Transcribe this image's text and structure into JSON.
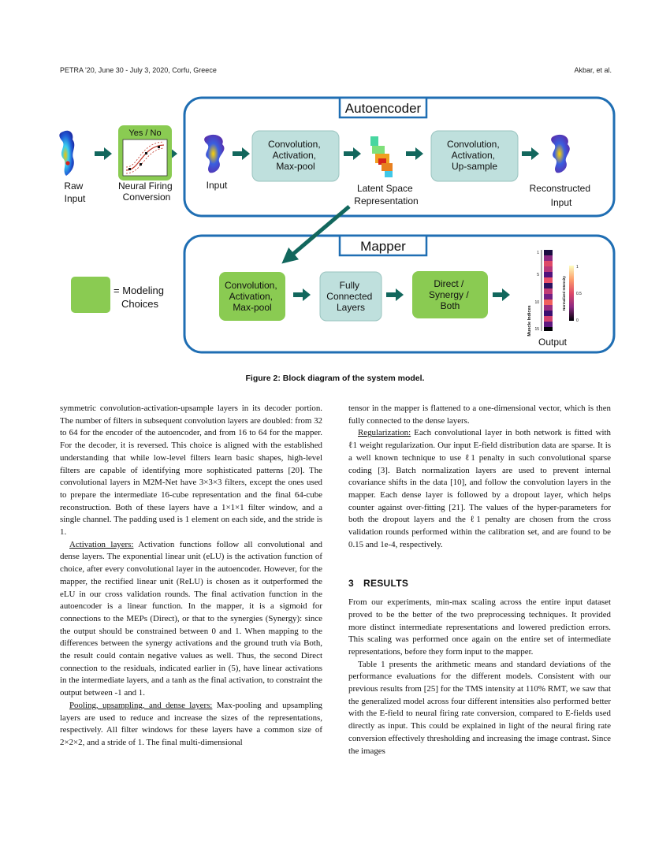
{
  "header": {
    "left": "PETRA '20, June 30 - July 3, 2020, Corfu, Greece",
    "right": "Akbar, et al."
  },
  "figure": {
    "autoencoder_title": "Autoencoder",
    "mapper_title": "Mapper",
    "raw_input": [
      "Raw",
      "Input"
    ],
    "yes_no": "Yes / No",
    "neural_firing_conversion": [
      "Neural Firing",
      "Conversion"
    ],
    "input_label": "Input",
    "conv_act_maxpool": [
      "Convolution,",
      "Activation,",
      "Max-pool"
    ],
    "latent_space": [
      "Latent Space",
      "Representation"
    ],
    "conv_act_upsample": [
      "Convolution,",
      "Activation,",
      "Up-sample"
    ],
    "reconstructed_input": [
      "Reconstructed",
      "Input"
    ],
    "modeling_choices": [
      "= Modeling",
      "Choices"
    ],
    "mapper_conv": [
      "Convolution,",
      "Activation,",
      "Max-pool"
    ],
    "fully_connected": [
      "Fully",
      "Connected",
      "Layers"
    ],
    "direct_synergy_both": [
      "Direct /",
      "Synergy /",
      "Both"
    ],
    "output_label": "Output",
    "heatmap_ylabel": "Muscle Indices",
    "heatmap_ticks": [
      "1",
      "5",
      "10",
      "15"
    ],
    "colorbar_label": "Normalized Intensity",
    "colorbar_ticks": [
      "1",
      "0.5",
      "0"
    ],
    "colors": {
      "frame": "#1f6eb3",
      "choice_green": "#8acb52",
      "block_teal": "#bfe0dd",
      "arrow_teal": "#12675d"
    }
  },
  "caption": "Figure 2: Block diagram of the system model.",
  "left_column": {
    "p1": "symmetric convolution-activation-upsample layers in its decoder portion. The number of filters in subsequent convolution layers are doubled: from 32 to 64 for the encoder of the autoencoder, and from 16 to 64 for the mapper. For the decoder, it is reversed. This choice is aligned with the established understanding that while low-level filters learn basic shapes, high-level filters are capable of identifying more sophisticated patterns [20]. The convolutional layers in M2M-Net have 3×3×3 filters, except the ones used to prepare the intermediate 16-cube representation and the final 64-cube reconstruction. Both of these layers have a 1×1×1 filter window, and a single channel. The padding used is 1 element on each side, and the stride is 1.",
    "p2_head": "Activation layers:",
    "p2": " Activation functions follow all convolutional and dense layers. The exponential linear unit (eLU) is the activation function of choice, after every convolutional layer in the autoencoder. However, for the mapper, the rectified linear unit (ReLU) is chosen as it outperformed the eLU in our cross validation rounds. The final activation function in the autoencoder is a linear function. In the mapper, it is a sigmoid for connections to the MEPs (Direct), or that to the synergies (Synergy): since the output should be constrained between 0 and 1. When mapping to the differences between the synergy activations and the ground truth via Both, the result could contain negative values as well. Thus, the second Direct connection to the residuals, indicated earlier in (5), have linear activations in the intermediate layers, and a tanh as the final activation, to constraint the output between -1 and 1.",
    "p3_head": "Pooling, upsampling, and dense layers:",
    "p3": " Max-pooling and upsampling layers are used to reduce and increase the sizes of the representations, respectively. All filter windows for these layers have a common size of 2×2×2, and a stride of 1. The final multi-dimensional"
  },
  "right_column": {
    "p1": "tensor in the mapper is flattened to a one-dimensional vector, which is then fully connected to the dense layers.",
    "p2_head": "Regularization:",
    "p2": " Each convolutional layer in both network is fitted with ℓ1 weight regularization. Our input E-field distribution data are sparse. It is a well known technique to use ℓ1 penalty in such convolutional sparse coding [3]. Batch normalization layers are used to prevent internal covariance shifts in the data [10], and follow the convolution layers in the mapper. Each dense layer is followed by a dropout layer, which helps counter against over-fitting [21]. The values of the hyper-parameters for both the dropout layers and the ℓ1 penalty are chosen from the cross validation rounds performed within the calibration set, and are found to be 0.15 and 1e-4, respectively.",
    "section_num": "3",
    "section_title": "RESULTS",
    "p3": "From our experiments, min-max scaling across the entire input dataset proved to be the better of the two preprocessing techniques. It provided more distinct intermediate representations and lowered prediction errors. This scaling was performed once again on the entire set of intermediate representations, before they form input to the mapper.",
    "p4": "Table 1 presents the arithmetic means and standard deviations of the performance evaluations for the different models. Consistent with our previous results from [25] for the TMS intensity at 110% RMT, we saw that the generalized model across four different intensities also performed better with the E-field to neural firing rate conversion, compared to E-fields used directly as input. This could be explained in light of the neural firing rate conversion effectively thresholding and increasing the image contrast. Since the images"
  }
}
